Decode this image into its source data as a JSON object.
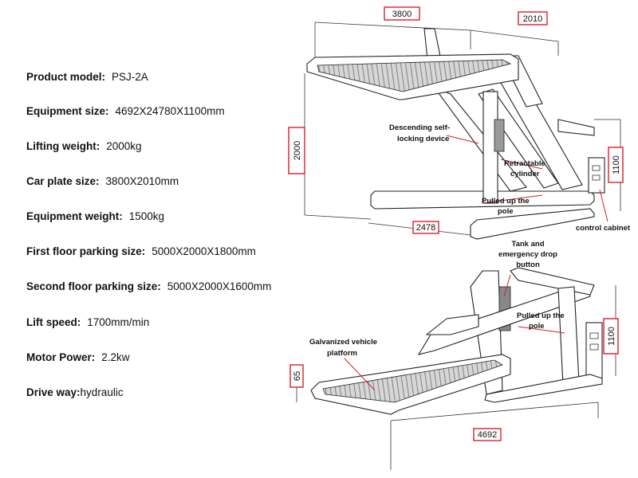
{
  "specs": [
    {
      "label": "Product model:",
      "value": "PSJ-2A"
    },
    {
      "label": "Equipment size:",
      "value": "4692X24780X1100mm"
    },
    {
      "label": "Lifting weight:",
      "value": "2000kg"
    },
    {
      "label": "Car plate size:",
      "value": "3800X2010mm"
    },
    {
      "label": "Equipment weight:",
      "value": "1500kg"
    },
    {
      "label": "First floor parking size:",
      "value": "5000X2000X1800mm"
    },
    {
      "label": "Second floor parking size:",
      "value": "5000X2000X1600mm"
    },
    {
      "label": "Lift speed:",
      "value": "1700mm/min"
    },
    {
      "label": "Motor Power:",
      "value": "2.2kw"
    },
    {
      "label": "Drive way:",
      "value": "hydraulic"
    }
  ],
  "dimensions": {
    "top_width": "3800",
    "top_depth": "2010",
    "height": "2000",
    "pole_height_top": "1100",
    "base_length": "2478",
    "pole_height_bottom": "1100",
    "platform_offset": "65",
    "total_length": "4692"
  },
  "annotations": {
    "self_locking_1": "Descending self-",
    "self_locking_2": "locking device",
    "cylinder_1": "Retractable",
    "cylinder_2": "cylinder",
    "pole_top_1": "Pulled up the",
    "pole_top_2": "pole",
    "cabinet": "control cabinet",
    "tank_1": "Tank and",
    "tank_2": "emergency drop",
    "tank_3": "button",
    "pole_bottom_1": "Pulled up the",
    "pole_bottom_2": "pole",
    "platform_1": "Galvanized vehicle",
    "platform_2": "platform"
  }
}
